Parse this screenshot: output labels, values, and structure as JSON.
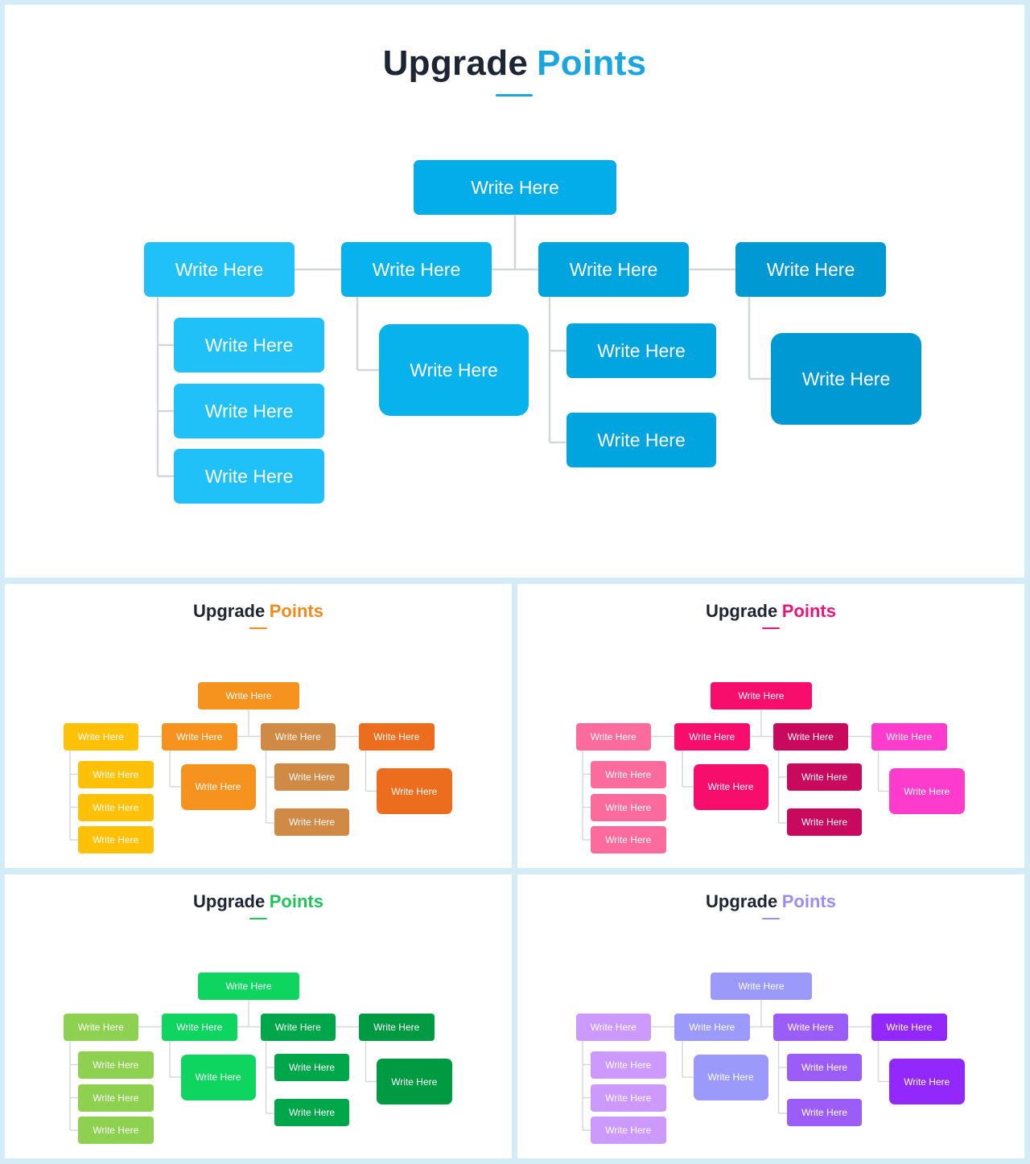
{
  "slides": [
    {
      "id": "main",
      "title": "Upgrade",
      "title_accent": "Points",
      "accent": "#1aa6df",
      "colors": {
        "root": "#03adea",
        "c1": "#1fc1f8",
        "c2": "#07b2ed",
        "c3": "#00a4de",
        "c4": "#0099d3",
        "k1": "#1fc1f8",
        "k2": "#07b2ed",
        "k3": "#00a4de",
        "k4": "#0099d3"
      },
      "nodes": {
        "root": "Write Here",
        "c1": "Write Here",
        "c2": "Write Here",
        "c3": "Write Here",
        "c4": "Write Here",
        "c1k1": "Write Here",
        "c1k2": "Write Here",
        "c1k3": "Write Here",
        "c2k1": "Write Here",
        "c3k1": "Write Here",
        "c3k2": "Write Here",
        "c4k1": "Write Here"
      }
    },
    {
      "id": "orange",
      "title": "Upgrade",
      "title_accent": "Points",
      "accent": "#f08a1e",
      "colors": {
        "root": "#f6921e",
        "c1": "#ffc107",
        "c2": "#f6921e",
        "c3": "#d18a45",
        "c4": "#ec6d1d",
        "k1": "#ffc107",
        "k2": "#f6921e",
        "k3": "#d18a45",
        "k4": "#ec6d1d"
      },
      "nodes": {
        "root": "Write Here",
        "c1": "Write Here",
        "c2": "Write Here",
        "c3": "Write Here",
        "c4": "Write Here",
        "c1k1": "Write Here",
        "c1k2": "Write Here",
        "c1k3": "Write Here",
        "c2k1": "Write Here",
        "c3k1": "Write Here",
        "c3k2": "Write Here",
        "c4k1": "Write Here"
      }
    },
    {
      "id": "pink",
      "title": "Upgrade",
      "title_accent": "Points",
      "accent": "#e8157a",
      "colors": {
        "root": "#f70d6c",
        "c1": "#fb6c9c",
        "c2": "#f70d6c",
        "c3": "#c9095d",
        "c4": "#fd3ccd",
        "k1": "#fb6c9c",
        "k2": "#f70d6c",
        "k3": "#c9095d",
        "k4": "#fd3ccd"
      },
      "nodes": {
        "root": "Write Here",
        "c1": "Write Here",
        "c2": "Write Here",
        "c3": "Write Here",
        "c4": "Write Here",
        "c1k1": "Write Here",
        "c1k2": "Write Here",
        "c1k3": "Write Here",
        "c2k1": "Write Here",
        "c3k1": "Write Here",
        "c3k2": "Write Here",
        "c4k1": "Write Here"
      }
    },
    {
      "id": "green",
      "title": "Upgrade",
      "title_accent": "Points",
      "accent": "#1fc55a",
      "colors": {
        "root": "#0ed55f",
        "c1": "#8ed04f",
        "c2": "#0ed55f",
        "c3": "#00a74a",
        "c4": "#009a43",
        "k1": "#8ed04f",
        "k2": "#0ed55f",
        "k3": "#00a74a",
        "k4": "#009a43"
      },
      "nodes": {
        "root": "Write Here",
        "c1": "Write Here",
        "c2": "Write Here",
        "c3": "Write Here",
        "c4": "Write Here",
        "c1k1": "Write Here",
        "c1k2": "Write Here",
        "c1k3": "Write Here",
        "c2k1": "Write Here",
        "c3k1": "Write Here",
        "c3k2": "Write Here",
        "c4k1": "Write Here"
      }
    },
    {
      "id": "purple",
      "title": "Upgrade",
      "title_accent": "Points",
      "accent": "#9a8ef3",
      "colors": {
        "root": "#9b9afa",
        "c1": "#cc9afc",
        "c2": "#9b9afa",
        "c3": "#9c5cf7",
        "c4": "#9228fb",
        "k1": "#cc9afc",
        "k2": "#9b9afa",
        "k3": "#9c5cf7",
        "k4": "#9228fb"
      },
      "nodes": {
        "root": "Write Here",
        "c1": "Write Here",
        "c2": "Write Here",
        "c3": "Write Here",
        "c4": "Write Here",
        "c1k1": "Write Here",
        "c1k2": "Write Here",
        "c1k3": "Write Here",
        "c2k1": "Write Here",
        "c3k1": "Write Here",
        "c3k2": "Write Here",
        "c4k1": "Write Here"
      }
    }
  ]
}
